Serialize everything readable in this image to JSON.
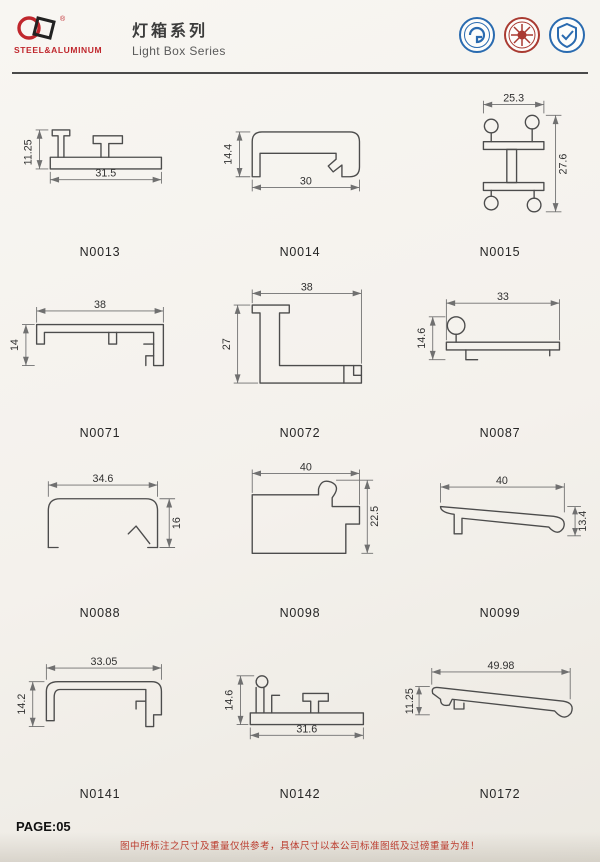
{
  "header": {
    "brand": {
      "name": "STEEL&ALUMINUM",
      "registered_mark": "®"
    },
    "series_title_cn": "灯箱系列",
    "series_title_en": "Light Box Series",
    "badge_colors": [
      "#2a6bb0",
      "#a93a31",
      "#2a6bb0"
    ]
  },
  "profiles": [
    {
      "code": "N0013",
      "w": "31.5",
      "h": "11.25"
    },
    {
      "code": "N0014",
      "w": "30",
      "h": "14.4"
    },
    {
      "code": "N0015",
      "w": "25.3",
      "h": "27.6"
    },
    {
      "code": "N0071",
      "w": "38",
      "h": "14"
    },
    {
      "code": "N0072",
      "w": "38",
      "h": "27"
    },
    {
      "code": "N0087",
      "w": "33",
      "h": "14.6"
    },
    {
      "code": "N0088",
      "w": "34.6",
      "h": "16"
    },
    {
      "code": "N0098",
      "w": "40",
      "h": "22.5"
    },
    {
      "code": "N0099",
      "w": "40",
      "h": "13.4"
    },
    {
      "code": "N0141",
      "w": "33.05",
      "h": "14.2"
    },
    {
      "code": "N0142",
      "w": "31.6",
      "h": "14.6"
    },
    {
      "code": "N0172",
      "w": "49.98",
      "h": "11.25"
    }
  ],
  "footer": {
    "page_label": "PAGE:05",
    "disclaimer": "图中所标注之尺寸及重量仅供参考，具体尺寸以本公司标准图纸及过磅重量为准！"
  },
  "colors": {
    "accent_red": "#c0272d",
    "line_dark": "#4a4a4a",
    "dim_text": "#303030"
  }
}
